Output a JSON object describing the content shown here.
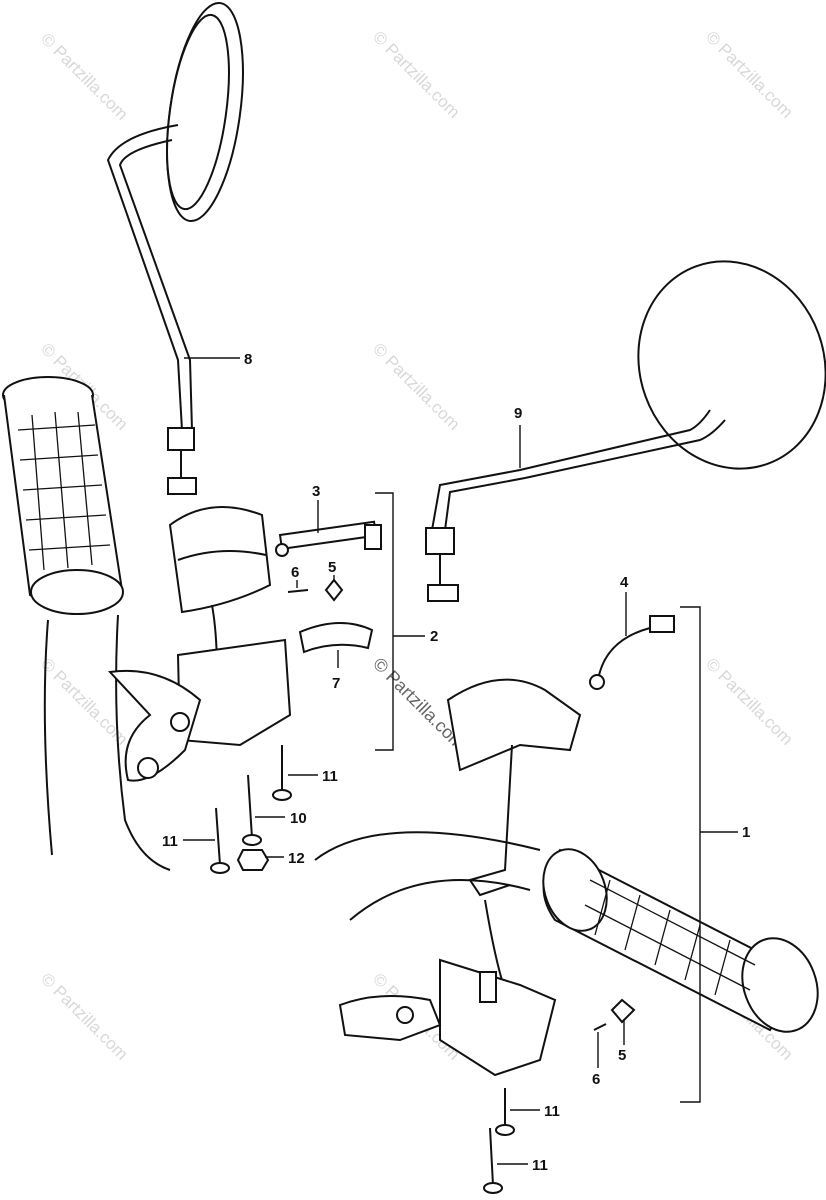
{
  "callouts": [
    {
      "id": "c1",
      "text": "1"
    },
    {
      "id": "c2",
      "text": "2"
    },
    {
      "id": "c3",
      "text": "3"
    },
    {
      "id": "c4",
      "text": "4"
    },
    {
      "id": "c5a",
      "text": "5"
    },
    {
      "id": "c5b",
      "text": "5"
    },
    {
      "id": "c6a",
      "text": "6"
    },
    {
      "id": "c6b",
      "text": "6"
    },
    {
      "id": "c7",
      "text": "7"
    },
    {
      "id": "c8",
      "text": "8"
    },
    {
      "id": "c9",
      "text": "9"
    },
    {
      "id": "c10",
      "text": "10"
    },
    {
      "id": "c11a",
      "text": "11"
    },
    {
      "id": "c11b",
      "text": "11"
    },
    {
      "id": "c11c",
      "text": "11"
    },
    {
      "id": "c11d",
      "text": "11"
    },
    {
      "id": "c12",
      "text": "12"
    }
  ],
  "watermark": {
    "text": "© Partzilla.com",
    "color": "#b8b8b8"
  }
}
